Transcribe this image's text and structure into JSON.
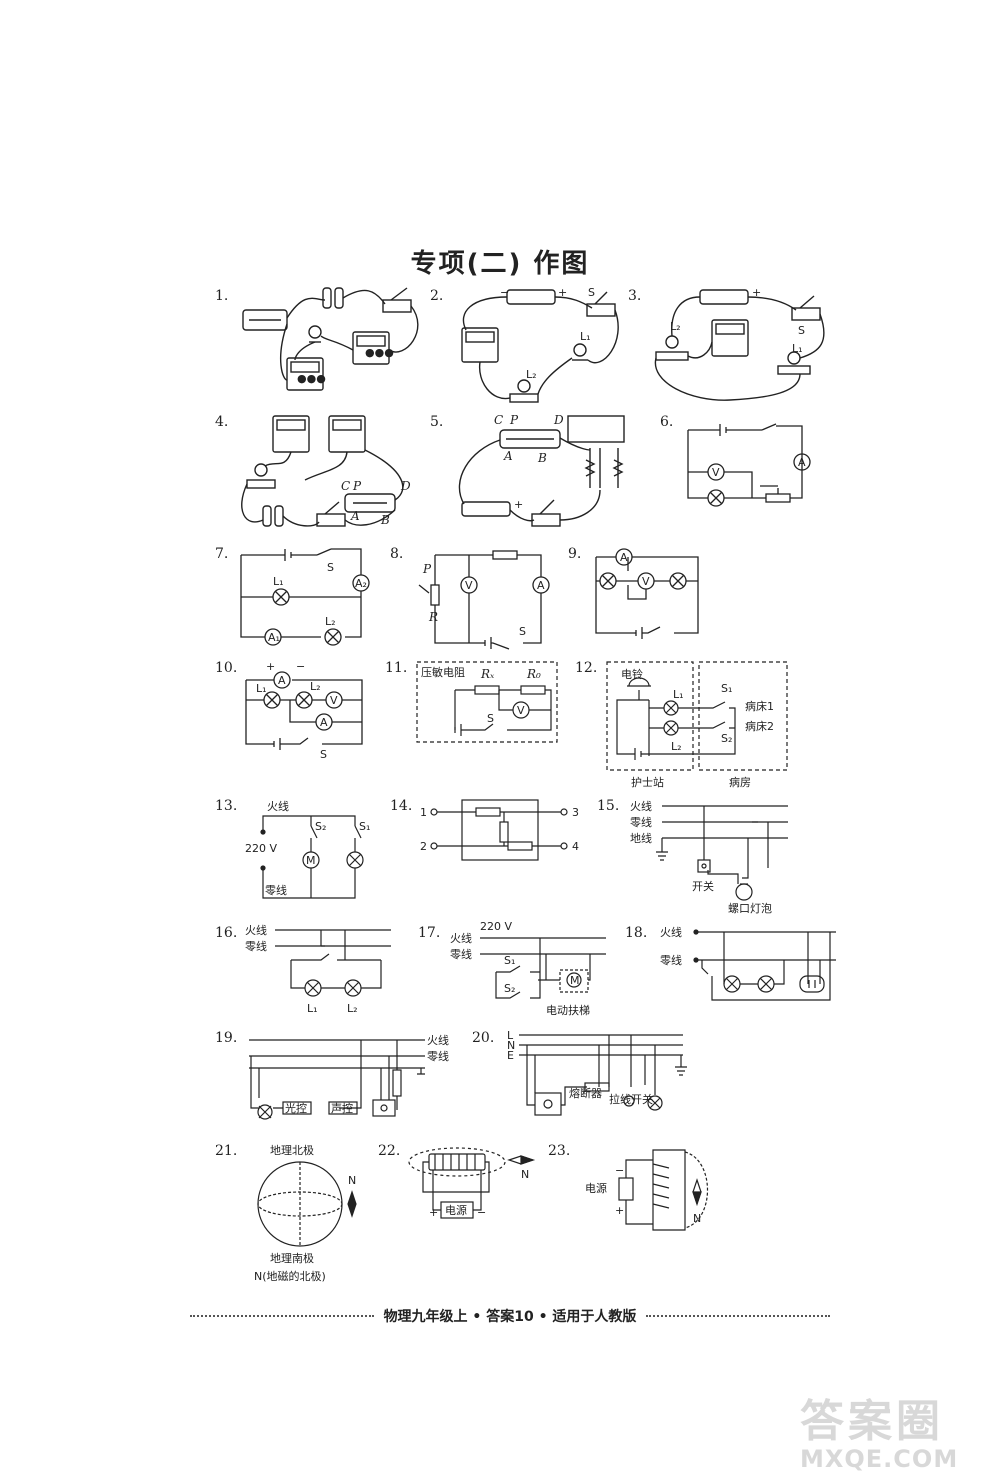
{
  "title": "专项(二)  作图",
  "problem_numbers": [
    "1.",
    "2.",
    "3.",
    "4.",
    "5.",
    "6.",
    "7.",
    "8.",
    "9.",
    "10.",
    "11.",
    "12.",
    "13.",
    "14.",
    "15.",
    "16.",
    "17.",
    "18.",
    "19.",
    "20.",
    "21.",
    "22.",
    "23."
  ],
  "labels": {
    "S": "S",
    "L1": "L₁",
    "L2": "L₂",
    "A": "A",
    "V": "V",
    "A1": "A₁",
    "A2": "A₂",
    "P": "P",
    "R": "R",
    "C": "C",
    "D": "D",
    "B": "B",
    "Rx": "Rₓ",
    "R0": "R₀",
    "S1": "S₁",
    "S2": "S₂",
    "plus": "+",
    "minus": "−",
    "t11_sensor": "压敏电阻",
    "t12_bell": "电铃",
    "t12_bed1": "病床1",
    "t12_bed2": "病床2",
    "t12_nurse": "护士站",
    "t12_ward": "病房",
    "live": "火线",
    "neutral": "零线",
    "ground": "地线",
    "v220": "220 V",
    "t15_switch": "开关",
    "t15_bulb": "螺口灯泡",
    "t17_escalator": "电动扶梯",
    "M": "M",
    "t19_light": "光控",
    "t19_sound": "声控",
    "t20_L": "L",
    "t20_N": "N",
    "t20_E": "E",
    "t20_fuse": "熔断器",
    "t20_pull": "拉线开关",
    "t21_north": "地理北极",
    "t21_south": "地理南极",
    "t21_N": "N",
    "t21_mag": "N(地磁的北极)",
    "t22_power": "电源",
    "t22_N": "N",
    "t23_power": "电源",
    "t23_N": "N"
  },
  "footer": "物理九年级上 • 答案10 • 适用于人教版",
  "watermark": {
    "main": "答案圈",
    "sub": "MXQE.COM"
  }
}
